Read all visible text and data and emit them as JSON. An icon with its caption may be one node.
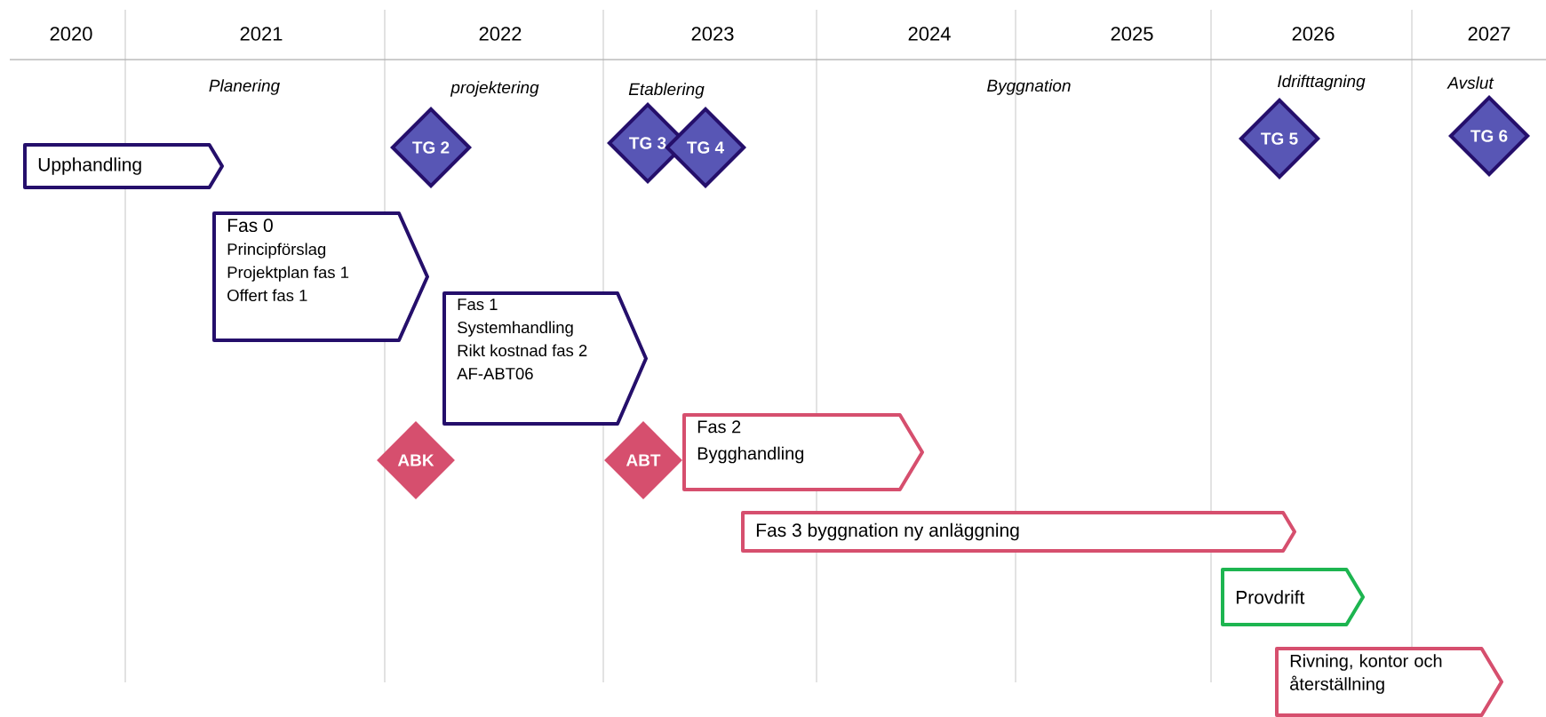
{
  "diagram": {
    "nodes": [
      {
        "text": [
          "Upphandling"
        ]
      },
      {
        "text": [
          "TG 2"
        ]
      },
      {
        "text": [
          "TG 3"
        ]
      },
      {
        "text": [
          "TG 4"
        ]
      },
      {
        "text": [
          "TG 5"
        ]
      },
      {
        "text": [
          "TG 6"
        ]
      },
      {
        "text": [
          "Fas 0",
          "Principförslag",
          "Projektplan fas 1",
          "Offert fas 1"
        ]
      },
      {
        "text": [
          "Fas 1",
          "Systemhandling",
          "Rikt kostnad fas 2",
          "AF-ABT06"
        ]
      },
      {
        "text": [
          "ABK"
        ]
      },
      {
        "text": [
          "ABT"
        ]
      },
      {
        "text": [
          "Fas 2",
          "Bygghandling"
        ]
      },
      {
        "text": [
          "Fas 3 byggnation ny anläggning"
        ]
      },
      {
        "text": [
          "Provdrift"
        ]
      },
      {
        "text": [
          "Rivning, kontor och återställning"
        ]
      }
    ],
    "labels": [
      "2020",
      "2021",
      "2022",
      "2023",
      "2024",
      "2025",
      "2026",
      "2027",
      "Planering",
      "projektering",
      "Etablering",
      "Byggnation",
      "Idrifttagning",
      "Avslut"
    ]
  }
}
